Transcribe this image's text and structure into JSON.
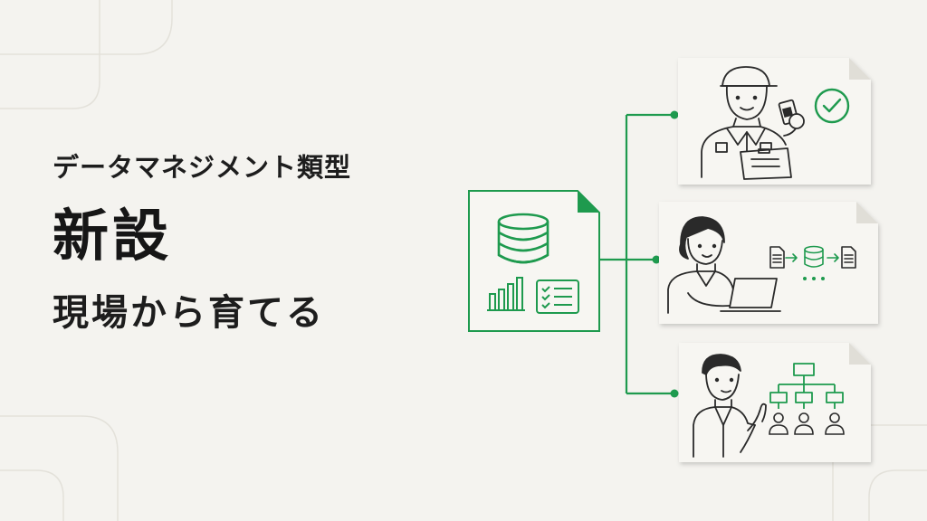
{
  "heading": {
    "subtitle": "データマネジメント類型",
    "title": "新設",
    "tagline": "現場から育てる"
  },
  "colors": {
    "background": "#f4f3ef",
    "accent": "#1e9a4e",
    "card": "#f7f6f2",
    "ink": "#2a2a2a"
  },
  "icons": {
    "hub": [
      "database-icon",
      "bar-chart-icon",
      "checklist-icon"
    ],
    "card_1": [
      "field-worker-with-clipboard-icon",
      "handheld-scanner-icon",
      "check-circle-icon"
    ],
    "card_2": [
      "office-worker-with-laptop-icon",
      "document-icon",
      "arrow-icon",
      "database-icon",
      "document-icon",
      "ellipsis-icon"
    ],
    "card_3": [
      "manager-pointing-icon",
      "org-chart-icon",
      "person-icon"
    ]
  }
}
